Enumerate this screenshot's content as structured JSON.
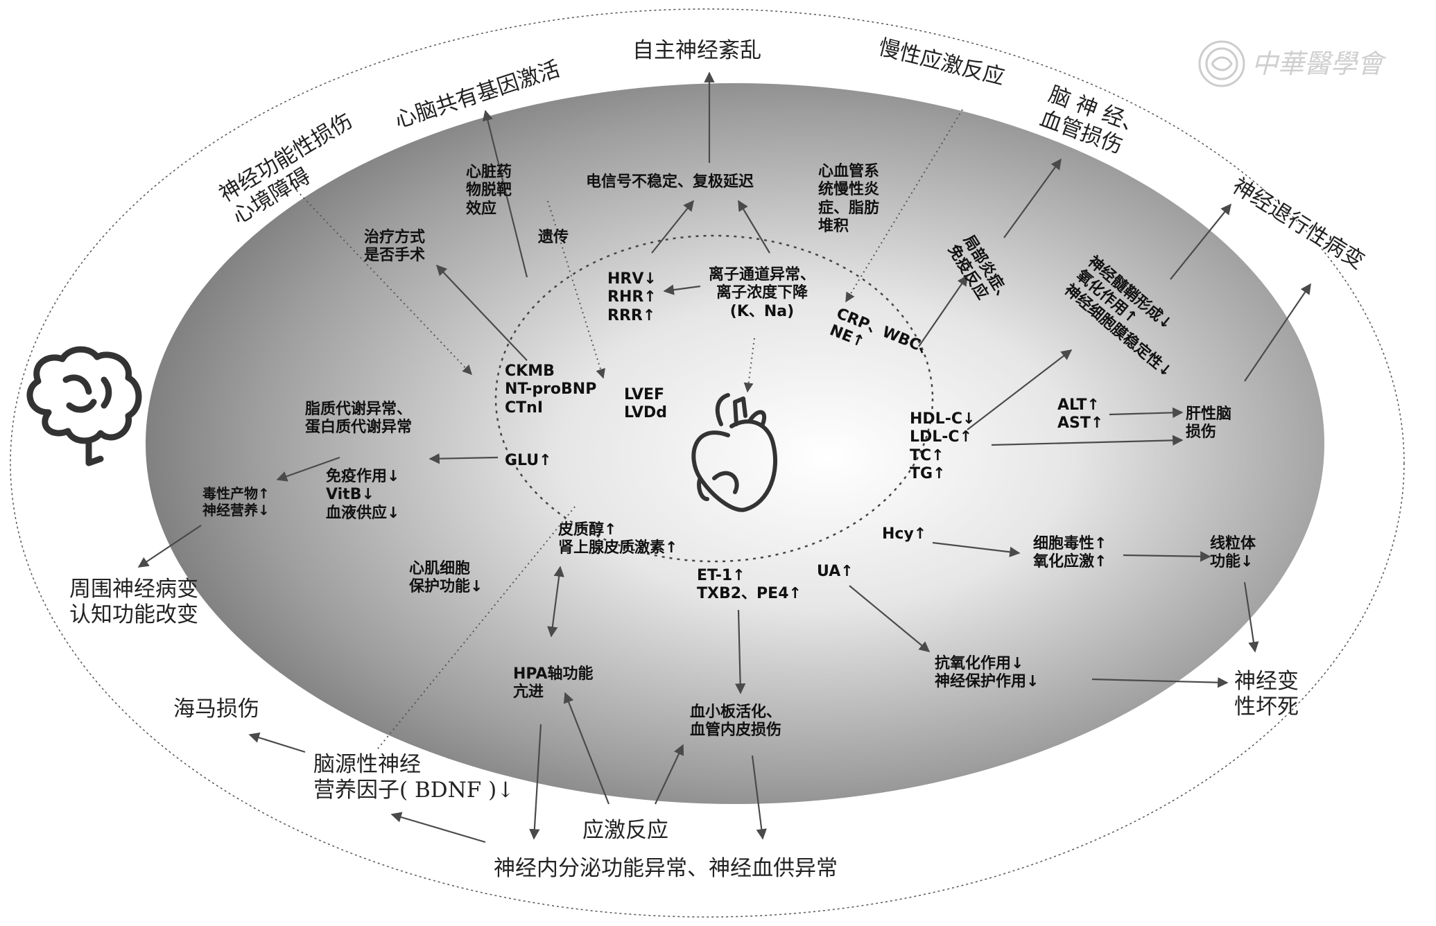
{
  "outer_labels": {
    "neuro_functional_injury": "神经功能性损伤\n心境障碍",
    "shared_gene_activation": "心脑共有基因激活",
    "autonomic_disorder": "自主神经紊乱",
    "chronic_stress": "慢性应激反应",
    "brain_vascular_injury": "脑 神 经、\n血管损伤",
    "neurodegeneration": "神经退行性病变",
    "peripheral_neuropathy": "周围神经病变\n认知功能改变",
    "hippocampus_injury": "海马损伤",
    "bdnf": "脑源性神经\n营养因子( BDNF )↓",
    "stress_response": "应激反应",
    "neuroendocrine": "神经内分泌功能异常、神经血供异常",
    "neuronecrosis": "神经变\n性坏死"
  },
  "inner_labels": {
    "cardiac_drug": "心脏药\n物脱靶\n效应",
    "treatment": "治疗方式\n是否手术",
    "heredity": "遗传",
    "electrical": "电信号不稳定、复极延迟",
    "cv_inflammation": "心血管系\n统慢性炎\n症、脂肪\n堆积",
    "local_inflammation": "局部炎症、\n免疫反应",
    "myelin": "神经髓鞘形成↓\n氧化作用↑\n神经细胞膜稳定性↓",
    "hrv": "HRV↓\nRHR↑\nRRR↑",
    "ion_channel": "离子通道异常、\n离子浓度下降\n(K、Na)",
    "crp": "CRP、WBC、\nNE↑",
    "ckmb": "CKMB\nNT-proBNP\nCTnI",
    "lvef": "LVEF\nLVDd",
    "lipid_metabolism": "脂质代谢异常、\n蛋白质代谢异常",
    "toxic": "毒性产物↑\n神经营养↓",
    "glu": "GLU↑",
    "immunity": "免疫作用↓\nVitB↓\n血液供应↓",
    "hdl": "HDL-C↓\nLDL-C↑\nTC↑\nTG↑",
    "alt": "ALT↑\nAST↑",
    "liver_brain": "肝性脑\n损伤",
    "cortisol": "皮质醇↑\n肾上腺皮质激素↑",
    "myocyte": "心肌细胞\n保护功能↓",
    "hcy": "Hcy↑",
    "cytotoxicity": "细胞毒性↑\n氧化应激↑",
    "mito": "线粒体\n功能↓",
    "et1": "ET-1↑\nTXB2、PE4↑",
    "ua": "UA↑",
    "hpa": "HPA轴功能\n亢进",
    "platelet": "血小板活化、\n血管内皮损伤",
    "antioxidant": "抗氧化作用↓\n神经保护作用↓"
  },
  "icons": {
    "brain": "brain-icon",
    "heart": "heart-icon",
    "watermark_logo": "society-seal-logo"
  },
  "watermark": "中華醫學會",
  "colors": {
    "ellipse_dark": "#6f6f6f",
    "ellipse_light": "#ffffff",
    "arrow": "#4a4a4a",
    "text": "#1a1a1a"
  }
}
